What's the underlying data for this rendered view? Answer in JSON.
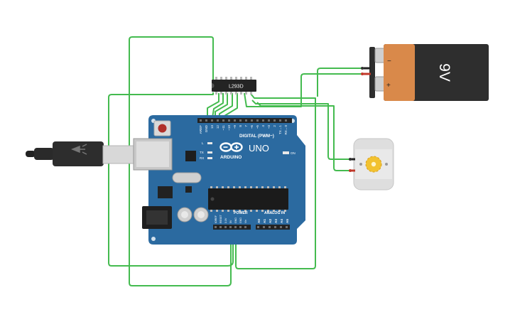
{
  "board": {
    "arduino_wordmark": "ARDUINO",
    "model": "UNO",
    "digital_header": "DIGITAL (PWM~)",
    "on_label": "ON",
    "l_label": "L",
    "tx_label": "TX",
    "rx_label": "RX",
    "power_label": "POWER",
    "analog_label": "ANALOG IN",
    "digital_pins": [
      "AREF",
      "GND",
      "13",
      "12",
      "~11",
      "~10",
      "~9",
      "8",
      "7",
      "~6",
      "~5",
      "4",
      "~3",
      "2",
      "TX→1",
      "RX←0"
    ],
    "power_pins": [
      "IOREF",
      "RESET",
      "3.3V",
      "5V",
      "GND",
      "GND",
      "Vin"
    ],
    "analog_pins": [
      "A0",
      "A1",
      "A2",
      "A3",
      "A4",
      "A5"
    ]
  },
  "chip": {
    "label": "L293D"
  },
  "battery": {
    "voltage": "9V",
    "minus": "−",
    "plus": "+"
  },
  "colors": {
    "board": "#2b6aa0",
    "wire": "#44bb4f",
    "battery_cap": "#d9894a",
    "battery_body": "#2e2e2e",
    "motor_gear": "#f2c230"
  }
}
